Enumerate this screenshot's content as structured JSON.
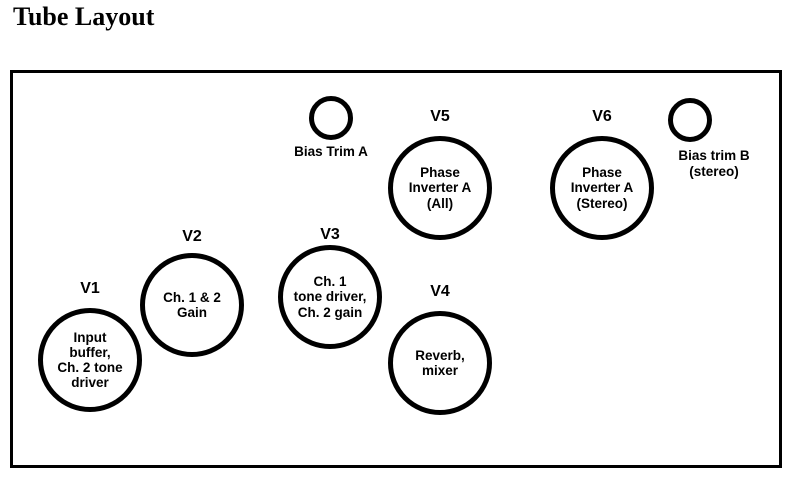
{
  "page": {
    "title": "Tube Layout"
  },
  "diagram": {
    "tubes": [
      {
        "designation": "V1",
        "function": "Input\nbuffer,\nCh. 2 tone\ndriver"
      },
      {
        "designation": "V2",
        "function": "Ch. 1 & 2\nGain"
      },
      {
        "designation": "V3",
        "function": "Ch. 1\ntone driver,\nCh. 2 gain"
      },
      {
        "designation": "V4",
        "function": "Reverb,\nmixer"
      },
      {
        "designation": "V5",
        "function": "Phase\nInverter A\n(All)"
      },
      {
        "designation": "V6",
        "function": "Phase\nInverter A\n(Stereo)"
      }
    ],
    "trims": [
      {
        "label": "Bias Trim A"
      },
      {
        "label": "Bias trim B\n(stereo)"
      }
    ]
  }
}
